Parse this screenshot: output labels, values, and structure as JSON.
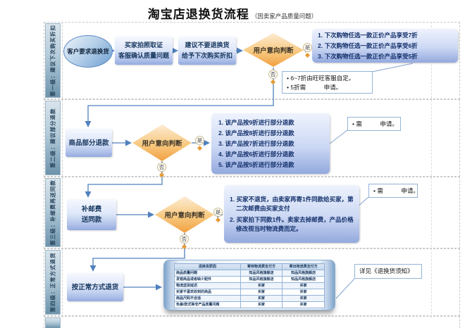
{
  "title": {
    "main": "淘宝店退换货流程",
    "sub": "（因卖家产品质量问题）"
  },
  "colors": {
    "arrow_blue": "#4f81bd",
    "box_gradient_bottom": "#95abdf",
    "diamond_orange": "#f1a041",
    "lane_label_blue": "#7fa2b8",
    "note_border": "#95b3d7"
  },
  "lanes": [
    {
      "label": "第一级：建议下次购买折扣",
      "start": "客户要求退换货",
      "step1": {
        "line1": "买家拍照取证",
        "line2": "客服确认质量问题"
      },
      "step2": {
        "line1": "建议不要退换货",
        "line2": "给予下次购买折扣"
      },
      "decision": "用户意向判断",
      "yes": "是",
      "no": "否",
      "result": {
        "items": [
          "1. 下次购物任选一款正价产品享受7折",
          "2. 下次购物任选一款正价产品享受6折",
          "3. 下次购物任选一款正价产品享受5折"
        ]
      },
      "note": {
        "items": [
          "• 6~7折由旺旺客服自定。",
          "• 5折需　　　申请。"
        ]
      }
    },
    {
      "label": "第二级：建议部分退款",
      "step": "商品部分退款",
      "decision": "用户意向判断",
      "yes": "是",
      "no": "否",
      "result": {
        "items": [
          "1. 该产品按9折进行部分退款",
          "2. 该产品按8折进行部分退款",
          "3. 该产品按7折进行部分退款",
          "4. 该产品按6折进行部分退款",
          "5. 该产品按5折进行部分退款"
        ]
      },
      "note": {
        "items": [
          "• 需　　　申请。"
        ]
      }
    },
    {
      "label": "第三级：补邮费再送同款",
      "step": {
        "line1": "补邮费",
        "line2": "送同款"
      },
      "decision": "用户意向判断",
      "yes": "是",
      "no": "否",
      "result": {
        "items": [
          "1. 买家不退货，由卖家再寄1件同款给买家，第二次邮费由买家支付",
          "2. 买家拍下同款1件。卖家去掉邮费，产品价格修改视当时物流费而定。"
        ]
      },
      "note": {
        "items": [
          "• 需　　　申请。"
        ]
      }
    },
    {
      "label": "第四级：正常方式退货",
      "step": "按正常方式退货",
      "note": {
        "items": [
          "详见《退换货须知》"
        ]
      },
      "table": {
        "headers": [
          "退换货原因",
          "寄到物流费支付方",
          "寄出物流费支付方"
        ],
        "rows": [
          [
            "商品质量问题",
            "知品风格旗舰店",
            "知品风格旗舰店"
          ],
          [
            "发错商品或者缺少配件",
            "知品风格旗舰店",
            "知品风格旗舰店"
          ],
          [
            "物流送货延迟",
            "买家",
            "买家"
          ],
          [
            "买家不喜欢收到的商品",
            "买家",
            "买家"
          ],
          [
            "商品尺码不合适",
            "买家",
            "买家"
          ],
          [
            "色差/款式等非产品质量问题",
            "买家",
            "买家"
          ]
        ]
      }
    }
  ]
}
